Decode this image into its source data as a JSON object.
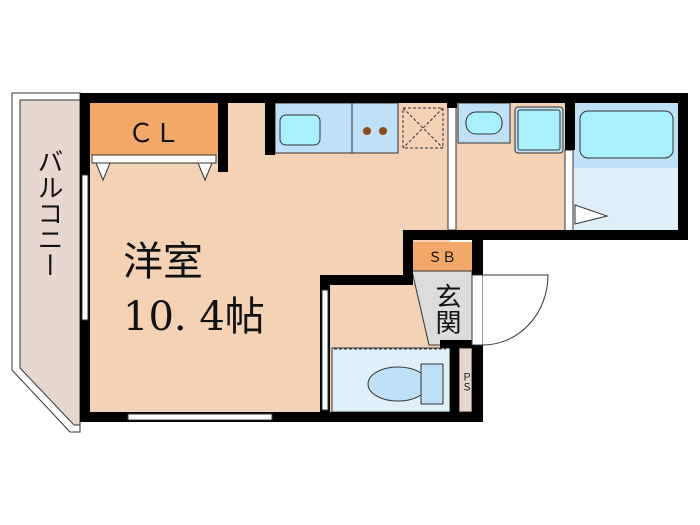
{
  "rooms": {
    "balcony": {
      "label": "バルコニー",
      "color": "#e6d8cf"
    },
    "closet": {
      "label": "ＣＬ",
      "color": "#f2a868"
    },
    "western_room": {
      "label": "洋室",
      "size": "10. 4帖",
      "color": "#f3d2b5"
    },
    "shoe_box": {
      "label": "ＳＢ",
      "color": "#f2a868"
    },
    "entrance": {
      "label": "玄関",
      "color": "#dcdcdc"
    },
    "pipe_space": {
      "label": "ＰＳ",
      "color": "#e6d8cf"
    },
    "wet_area_color": "#dff0fb",
    "fixture_color": "#a8f0fb",
    "counter_color": "#bfe0f7"
  },
  "wall_color": "#000000"
}
